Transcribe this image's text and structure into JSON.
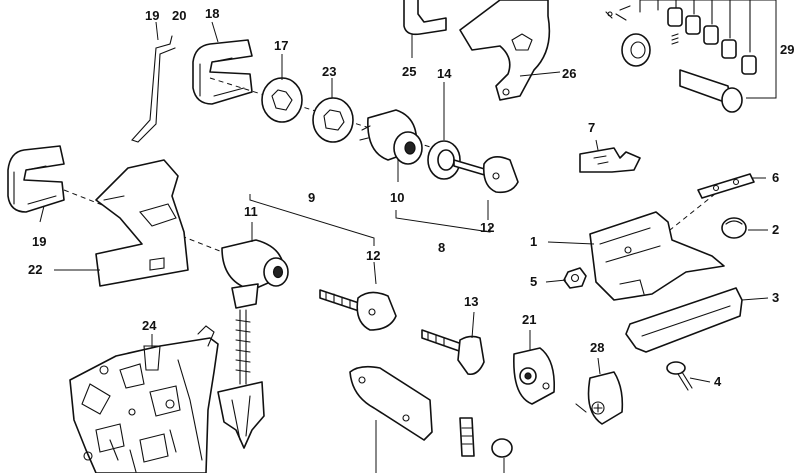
{
  "callouts": [
    {
      "id": "c1",
      "text": "1"
    },
    {
      "id": "c2",
      "text": "2"
    },
    {
      "id": "c3",
      "text": "3"
    },
    {
      "id": "c4",
      "text": "4"
    },
    {
      "id": "c5",
      "text": "5"
    },
    {
      "id": "c6",
      "text": "6"
    },
    {
      "id": "c7",
      "text": "7"
    },
    {
      "id": "c8",
      "text": "8"
    },
    {
      "id": "c9",
      "text": "9"
    },
    {
      "id": "c10",
      "text": "10"
    },
    {
      "id": "c11",
      "text": "11"
    },
    {
      "id": "c12a",
      "text": "12"
    },
    {
      "id": "c12b",
      "text": "12"
    },
    {
      "id": "c13",
      "text": "13"
    },
    {
      "id": "c14",
      "text": "14"
    },
    {
      "id": "c17",
      "text": "17"
    },
    {
      "id": "c18",
      "text": "18"
    },
    {
      "id": "c19a",
      "text": "19"
    },
    {
      "id": "c19b",
      "text": "19"
    },
    {
      "id": "c20",
      "text": "20"
    },
    {
      "id": "c21",
      "text": "21"
    },
    {
      "id": "c22",
      "text": "22"
    },
    {
      "id": "c23",
      "text": "23"
    },
    {
      "id": "c24",
      "text": "24"
    },
    {
      "id": "c25",
      "text": "25"
    },
    {
      "id": "c26",
      "text": "26"
    },
    {
      "id": "c28",
      "text": "28"
    },
    {
      "id": "c29",
      "text": "29"
    }
  ]
}
